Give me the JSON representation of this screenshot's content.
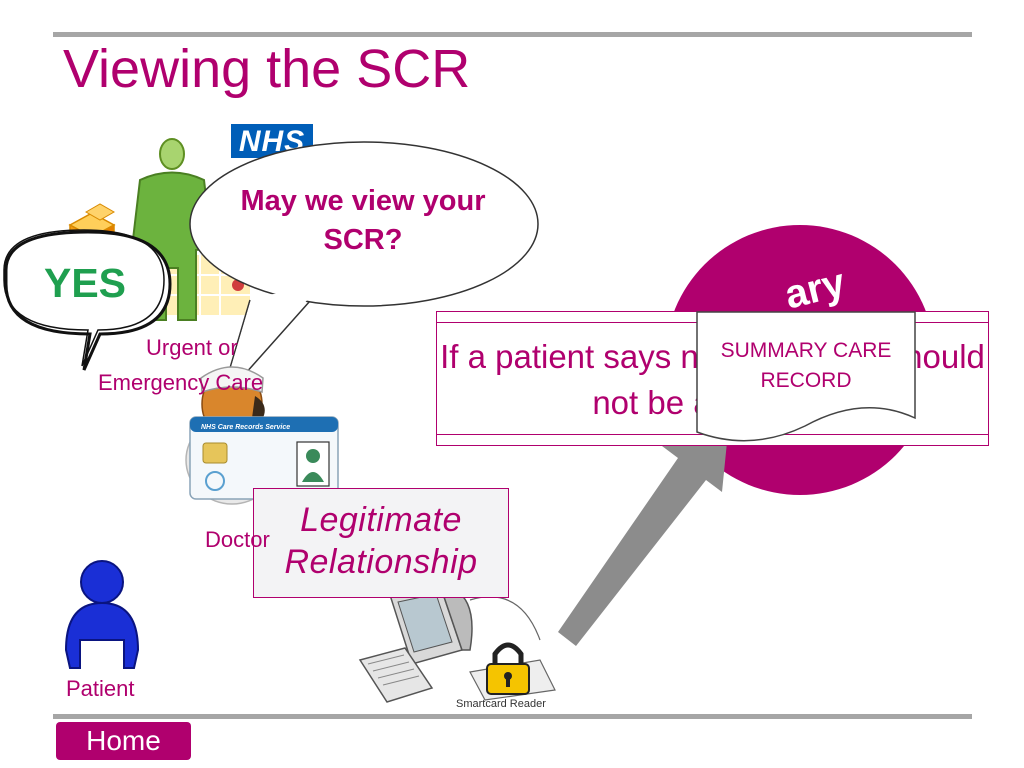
{
  "slide": {
    "title": "Viewing the SCR",
    "nhs_logo_text": "NHS",
    "speech_bubble": "May we view your SCR?",
    "reply_bubble": "YES",
    "labels": {
      "urgent_care_line1": "Urgent or",
      "urgent_care_line2": "Emergency Care",
      "doctor": "Doctor",
      "patient": "Patient",
      "smartcard_reader": "Smartcard Reader"
    },
    "card_title": "NHS Care Records Service",
    "legitimate_relationship": "Legitimate Relationship",
    "circle_partial_word": "ary",
    "message": "If a patient says no, their SCR should not be accessed",
    "paper_record": "SUMMARY CARE RECORD",
    "home_button": "Home"
  },
  "colors": {
    "brand": "#b0006e",
    "nhs_blue": "#005eb8",
    "yes_green": "#1f9f4f",
    "rule_gray": "#a6a6a6",
    "arrow_gray": "#8c8c8c"
  },
  "icons": [
    "person-green-icon",
    "boxes-icon",
    "doctor-icon",
    "smartcard-icon",
    "patient-icon",
    "computer-icon",
    "keyboard-icon",
    "padlock-icon",
    "arrow-icon"
  ]
}
